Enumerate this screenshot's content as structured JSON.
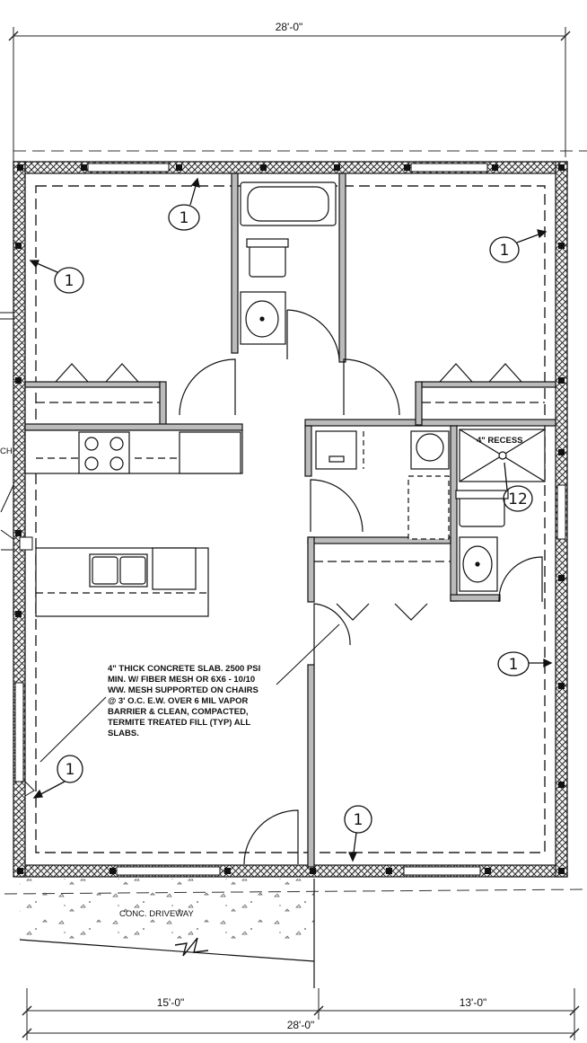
{
  "dimensions": {
    "top_overall": "28'-0\"",
    "bottom_left": "15'-0\"",
    "bottom_right": "13'-0\"",
    "bottom_overall": "28'-0\""
  },
  "notes": {
    "slab_lines": [
      "4\" THICK CONCRETE SLAB.  2500 PSI",
      "MIN. W/ FIBER MESH OR 6X6 - 10/10",
      "WW. MESH SUPPORTED ON CHAIRS",
      "@ 3' O.C. E.W. OVER 6 MIL VAPOR",
      "BARRIER & CLEAN, COMPACTED,",
      "TERMITE TREATED FILL (TYP) ALL",
      "SLABS."
    ],
    "recess": "4\" RECESS",
    "driveway": "CONC. DRIVEWAY",
    "edge_fragment": "CH"
  },
  "wall_tags": [
    "1",
    "1",
    "1",
    "1",
    "1",
    "1",
    "12"
  ]
}
